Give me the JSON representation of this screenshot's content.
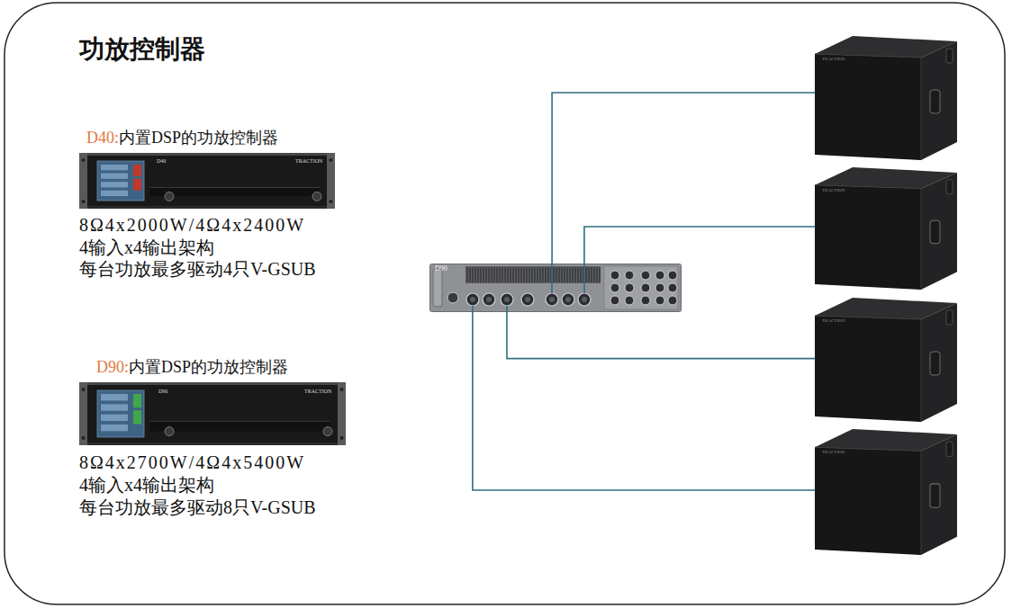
{
  "diagram": {
    "title": "功放控制器",
    "nodes": [
      {
        "text": [
          "D40:",
          "内置DSP的功放控制器",
          "D40",
          "TRACTION",
          "8Ω4x2000W/4Ω4x2400W",
          "4输入x4输出架构",
          "每台功放最多驱动4只V-GSUB"
        ]
      },
      {
        "text": [
          "D90:",
          "内置DSP的功放控制器",
          "D90",
          "TRACTION",
          "8Ω4x2700W/4Ω4x5400W",
          "4输入x4输出架构",
          "每台功放最多驱动8只V-GSUB"
        ]
      },
      {
        "text": [
          "D90"
        ]
      },
      {
        "text": [
          "TRACTION"
        ]
      },
      {
        "text": [
          "TRACTION"
        ]
      },
      {
        "text": [
          "TRACTION"
        ]
      },
      {
        "text": [
          "TRACTION"
        ]
      }
    ],
    "edges": [
      {
        "from": 2,
        "to": 3,
        "arrow": "none"
      },
      {
        "from": 2,
        "to": 4,
        "arrow": "none"
      },
      {
        "from": 2,
        "to": 5,
        "arrow": "none"
      },
      {
        "from": 2,
        "to": 6,
        "arrow": "none"
      }
    ]
  }
}
